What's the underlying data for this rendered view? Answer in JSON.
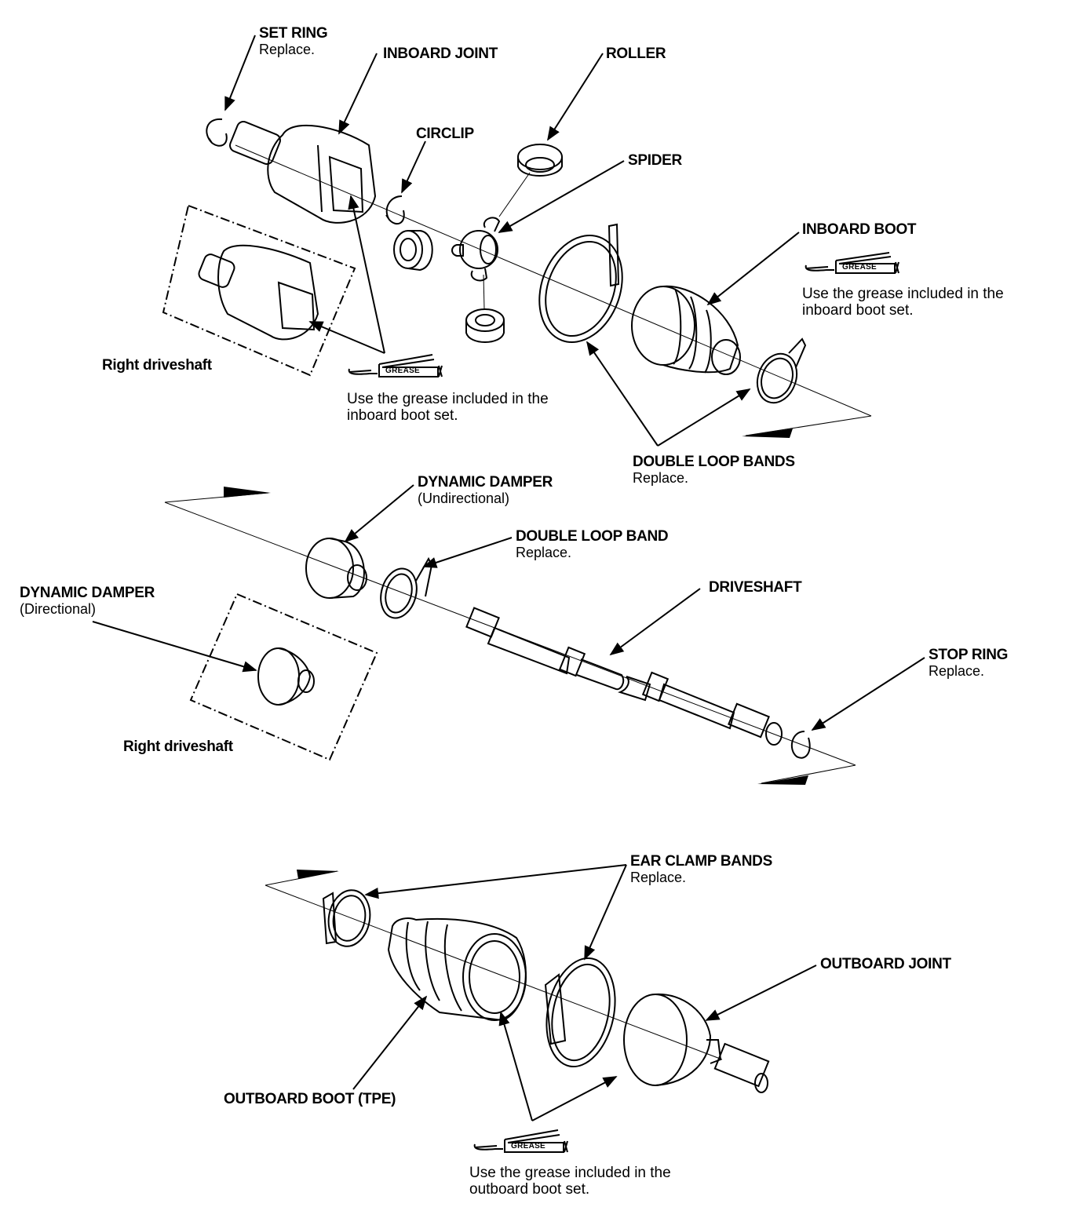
{
  "diagram": {
    "title": "Driveshaft exploded view",
    "sections": {
      "inboard": {
        "set_ring": {
          "name": "SET RING",
          "note": "Replace."
        },
        "inboard_joint": {
          "name": "INBOARD JOINT"
        },
        "roller": {
          "name": "ROLLER"
        },
        "circlip": {
          "name": "CIRCLIP"
        },
        "spider": {
          "name": "SPIDER"
        },
        "inboard_boot": {
          "name": "INBOARD BOOT",
          "grease_note_line1": "Use the grease included in the",
          "grease_note_line2": "inboard boot set."
        },
        "right_driveshaft_caption": "Right driveshaft",
        "joint_grease_note_line1": "Use the grease included in the",
        "joint_grease_note_line2": "inboard boot set.",
        "double_loop_bands": {
          "name": "DOUBLE LOOP BANDS",
          "note": "Replace."
        }
      },
      "shaft": {
        "damper_undirectional": {
          "name": "DYNAMIC DAMPER",
          "note": "(Undirectional)"
        },
        "double_loop_band": {
          "name": "DOUBLE LOOP BAND",
          "note": "Replace."
        },
        "damper_directional": {
          "name": "DYNAMIC DAMPER",
          "note": "(Directional)"
        },
        "driveshaft": {
          "name": "DRIVESHAFT"
        },
        "stop_ring": {
          "name": "STOP RING",
          "note": "Replace."
        },
        "right_driveshaft_caption": "Right driveshaft"
      },
      "outboard": {
        "ear_clamp_bands": {
          "name": "EAR CLAMP BANDS",
          "note": "Replace."
        },
        "outboard_joint": {
          "name": "OUTBOARD JOINT"
        },
        "outboard_boot": {
          "name": "OUTBOARD BOOT (TPE)"
        },
        "grease_note_line1": "Use the grease included in the",
        "grease_note_line2": "outboard boot set."
      }
    },
    "grease_icon_label": "GREASE"
  }
}
